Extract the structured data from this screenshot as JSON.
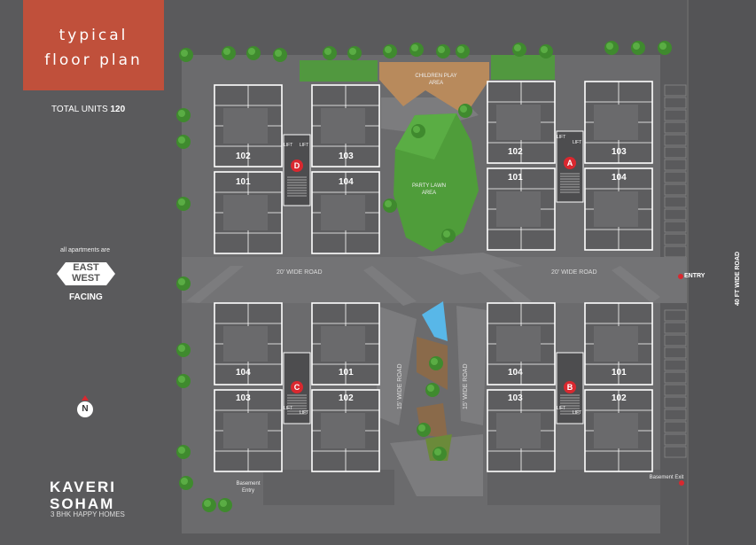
{
  "title": {
    "line1": "typical",
    "line2": "floor plan"
  },
  "total_units": {
    "label": "TOTAL UNITS",
    "value": "120"
  },
  "orientation": {
    "caption": "all apartments are",
    "east": "EAST",
    "west": "WEST",
    "facing": "FACING"
  },
  "compass": {
    "north": "N"
  },
  "brand": {
    "line1": "KAVERI",
    "line2": "SOHAM",
    "tagline": "3 BHK HAPPY HOMES"
  },
  "amenities": {
    "children_play": "CHILDREN PLAY AREA",
    "party_lawn": "PARTY LAWN AREA"
  },
  "roads": {
    "wide_20_left": "20' WIDE ROAD",
    "wide_20_right": "20' WIDE ROAD",
    "wide_15_left": "15' WIDE ROAD",
    "wide_15_right": "15' WIDE ROAD",
    "wide_40": "40 FT WIDE ROAD"
  },
  "gates": {
    "entry": "ENTRY",
    "basement_entry": "Basement Entry",
    "basement_exit": "Basement Exit"
  },
  "lift_label": "LIFT",
  "blocks": {
    "D": {
      "letter": "D",
      "units": [
        "102",
        "103",
        "101",
        "104"
      ]
    },
    "A": {
      "letter": "A",
      "units": [
        "102",
        "103",
        "101",
        "104"
      ]
    },
    "C": {
      "letter": "C",
      "units": [
        "104",
        "101",
        "103",
        "102"
      ]
    },
    "B": {
      "letter": "B",
      "units": [
        "104",
        "101",
        "103",
        "102"
      ]
    }
  },
  "colors": {
    "background": "#5a5a5c",
    "site": "#6b6b6d",
    "road": "#7a7a7c",
    "lawn": "#4f9d3a",
    "play_area": "#b88a5c",
    "title_box": "#c0503b",
    "marker": "#d9282f",
    "pool": "#58b7e8"
  }
}
